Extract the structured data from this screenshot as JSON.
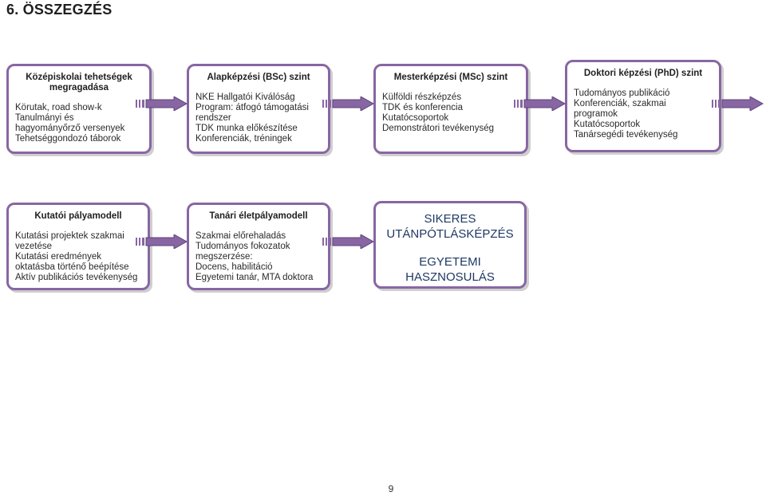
{
  "heading": "6. ÖSSZEGZÉS",
  "row1": [
    {
      "title": "Középiskolai tehetségek megragadása",
      "lines": [
        "Körutak, road show-k",
        "Tanulmányi és",
        "hagyományőrző versenyek",
        "Tehetséggondozó táborok"
      ]
    },
    {
      "title": "Alapképzési (BSc) szint",
      "lines": [
        "NKE Hallgatói Kiválóság",
        "Program: átfogó támogatási",
        "rendszer",
        "TDK munka előkészítése",
        "Konferenciák, tréningek"
      ]
    },
    {
      "title": "Mesterképzési (MSc) szint",
      "lines": [
        "Külföldi részképzés",
        "TDK és konferencia",
        "Kutatócsoportok",
        "Demonstrátori tevékenység"
      ]
    },
    {
      "title": "Doktori képzési (PhD) szint",
      "lines": [
        "Tudományos publikáció",
        "Konferenciák, szakmai",
        "programok",
        "Kutatócsoportok",
        "Tanársegédi tevékenység"
      ]
    }
  ],
  "row2": [
    {
      "title": "Kutatói pályamodell",
      "lines": [
        "Kutatási projektek szakmai",
        "vezetése",
        "Kutatási eredmények",
        "oktatásba történő beépítése",
        "Aktív publikációs tevékenység"
      ]
    },
    {
      "title": "Tanári életpályamodell",
      "lines": [
        "Szakmai előrehaladás",
        "Tudományos fokozatok",
        "megszerzése:",
        "Docens, habilitáció",
        "Egyetemi tanár, MTA doktora"
      ]
    }
  ],
  "final_box": {
    "lines1": [
      "SIKERES",
      "UTÁNPÓTLÁSKÉPZÉS"
    ],
    "lines2": [
      "EGYETEMI",
      "HASZNOSULÁS"
    ]
  },
  "page_number": "9",
  "colors": {
    "border": "#8866a3",
    "arrow_fill": "#8866a3",
    "final_text": "#1f3864"
  }
}
